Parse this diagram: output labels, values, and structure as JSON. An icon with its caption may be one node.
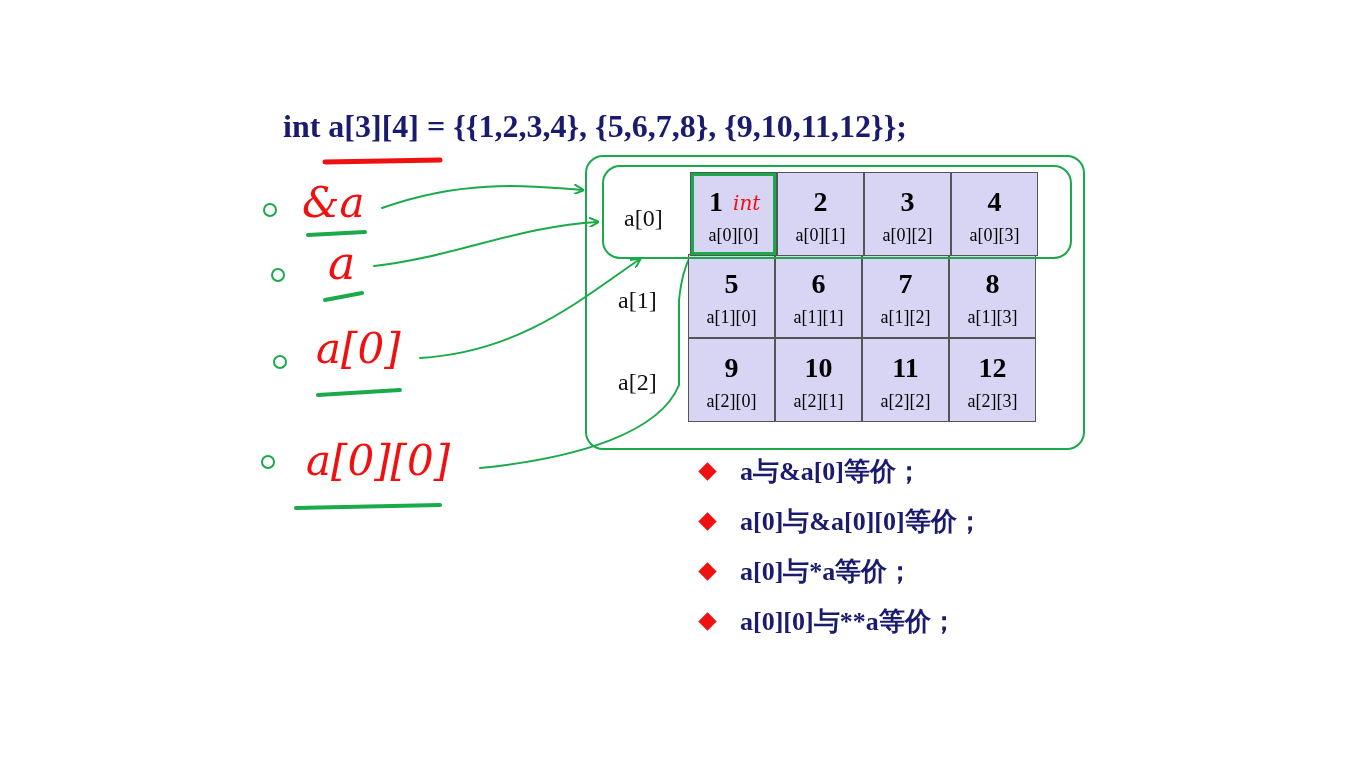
{
  "diagram": {
    "title": "int a[3][4] = {{1,2,3,4}, {5,6,7,8}, {9,10,11,12}};",
    "nodes": [
      {
        "text": [
          "&a"
        ]
      },
      {
        "text": [
          "a"
        ]
      },
      {
        "text": [
          "a[0]"
        ]
      },
      {
        "text": [
          "a[0][0]"
        ]
      },
      {
        "text": [],
        "shape": "box"
      },
      {
        "text": [
          "a[0]"
        ],
        "in": 4
      },
      {
        "text": [
          "1",
          "int",
          "a[0][0]"
        ],
        "in": 5
      },
      {
        "text": [
          "2",
          "a[0][1]"
        ],
        "in": 5
      },
      {
        "text": [
          "3",
          "a[0][2]"
        ],
        "in": 5
      },
      {
        "text": [
          "4",
          "a[0][3]"
        ],
        "in": 5
      },
      {
        "text": [
          "5",
          "a[1][0]"
        ],
        "in": 4
      },
      {
        "text": [
          "6",
          "a[1][1]"
        ],
        "in": 4
      },
      {
        "text": [
          "7",
          "a[1][2]"
        ],
        "in": 4
      },
      {
        "text": [
          "8",
          "a[1][3]"
        ],
        "in": 4
      },
      {
        "text": [
          "9",
          "a[2][0]"
        ],
        "in": 4
      },
      {
        "text": [
          "10",
          "a[2][1]"
        ],
        "in": 4
      },
      {
        "text": [
          "11",
          "a[2][2]"
        ],
        "in": 4
      },
      {
        "text": [
          "12",
          "a[2][3]"
        ],
        "in": 4
      }
    ],
    "edges": [
      {
        "from": 0,
        "to": 4,
        "arrow": "to"
      },
      {
        "from": 1,
        "to": 5,
        "arrow": "to"
      },
      {
        "from": 2,
        "to": 5,
        "arrow": "to"
      },
      {
        "from": 3,
        "to": 6,
        "arrow": "none"
      }
    ],
    "labels": [
      "a[1]",
      "a[2]",
      "a与&a[0]等价；",
      "a[0]与&a[0][0]等价；",
      "a[0]与*a等价；",
      "a[0][0]与**a等价；"
    ]
  }
}
